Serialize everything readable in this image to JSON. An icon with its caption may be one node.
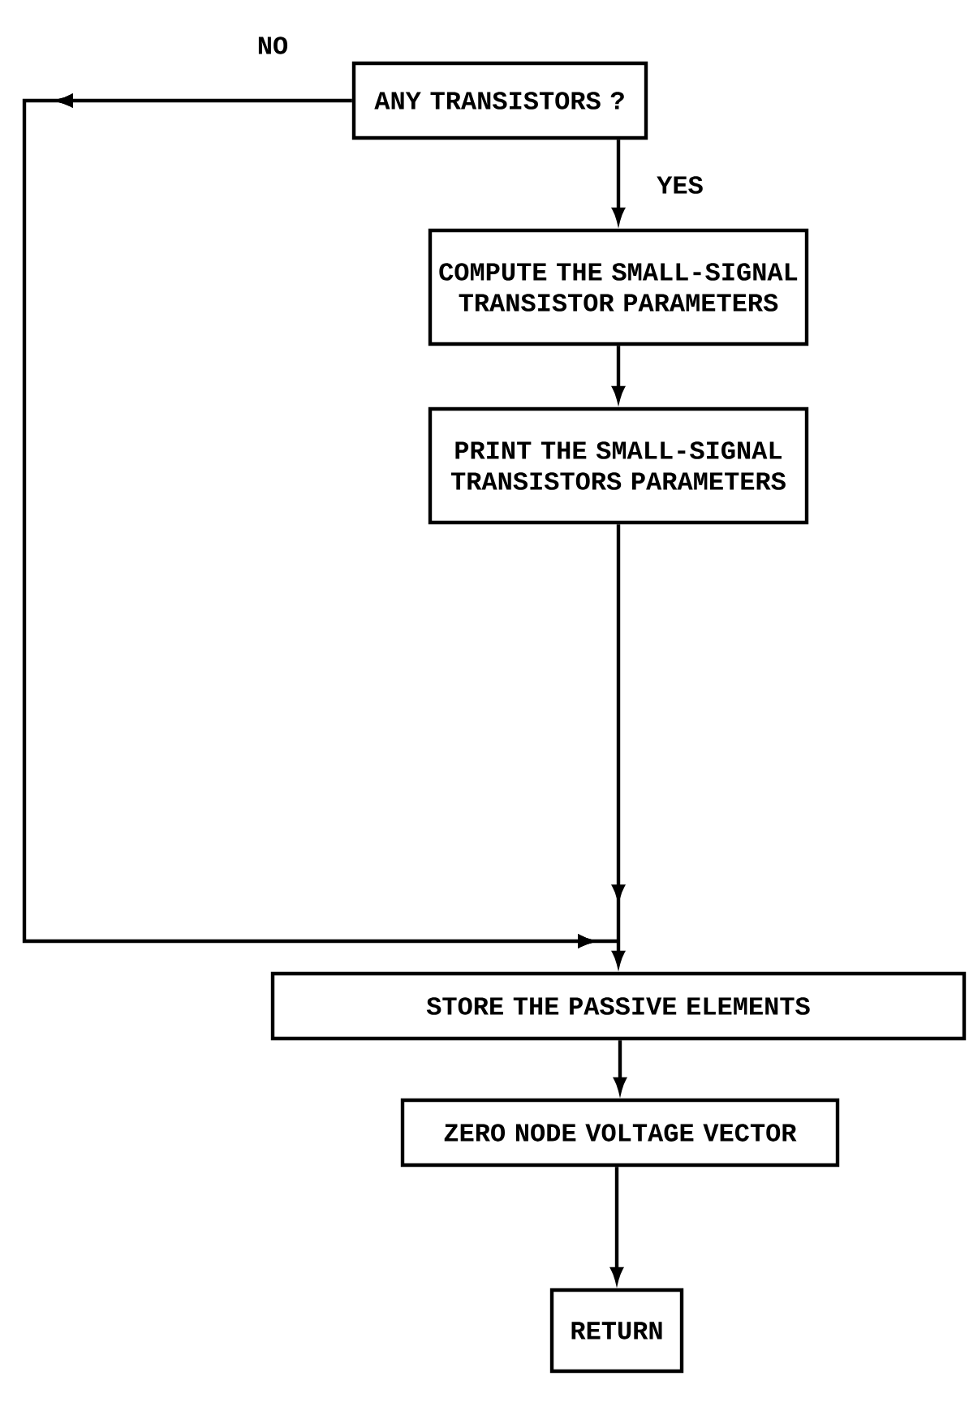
{
  "diagram": {
    "nodes": [
      {
        "text": [
          "ANY TRANSISTORS ?"
        ]
      },
      {
        "text": [
          "COMPUTE THE SMALL-SIGNAL TRANSISTOR PARAMETERS"
        ]
      },
      {
        "text": [
          "PRINT THE SMALL-SIGNAL TRANSISTORS PARAMETERS"
        ]
      },
      {
        "text": [
          "STORE THE PASSIVE ELEMENTS"
        ]
      },
      {
        "text": [
          "ZERO NODE VOLTAGE VECTOR"
        ]
      },
      {
        "text": [
          "RETURN"
        ]
      }
    ],
    "edges": [
      {
        "from": 0,
        "to": 1,
        "arrow": "to",
        "label": "YES"
      },
      {
        "from": 1,
        "to": 2,
        "arrow": "to"
      },
      {
        "from": 2,
        "to": 3,
        "arrow": "to"
      },
      {
        "from": 0,
        "to": 3,
        "arrow": "to",
        "label": "NO"
      },
      {
        "from": 3,
        "to": 4,
        "arrow": "to"
      },
      {
        "from": 4,
        "to": 5,
        "arrow": "to"
      }
    ]
  }
}
